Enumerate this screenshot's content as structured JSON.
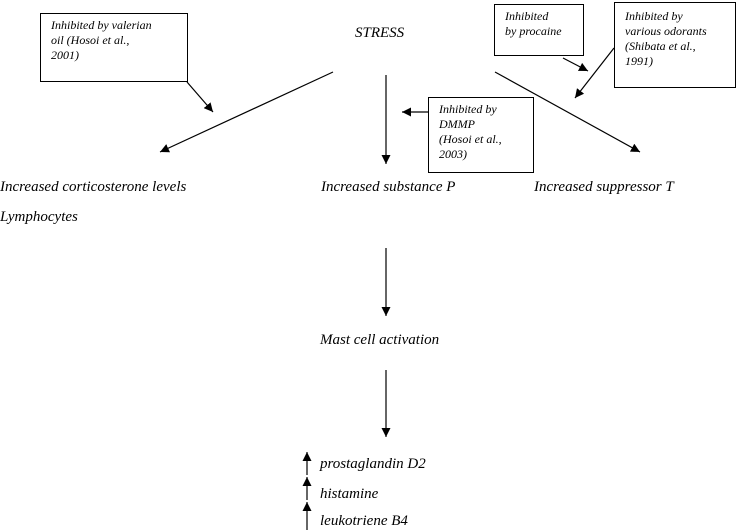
{
  "diagram": {
    "stress": "STRESS",
    "outcomes": {
      "corticosterone": "Increased corticosterone levels",
      "lymphocytes": "Lymphocytes",
      "substance_p": "Increased substance P",
      "suppressor_t": "Increased suppressor T"
    },
    "mast_cell": "Mast cell activation",
    "mediators": [
      "prostaglandin D2",
      "histamine",
      "leukotriene B4"
    ],
    "inhibitors": {
      "valerian": [
        "Inhibited by valerian",
        "oil (Hosoi et al.,",
        "2001)"
      ],
      "dmmp": [
        "Inhibited by",
        "DMMP",
        "(Hosoi et al.,",
        "2003)"
      ],
      "procaine": [
        "Inhibited",
        "by procaine"
      ],
      "odorants": [
        "Inhibited by",
        "various odorants",
        "(Shibata et al.,",
        "1991)"
      ]
    }
  }
}
